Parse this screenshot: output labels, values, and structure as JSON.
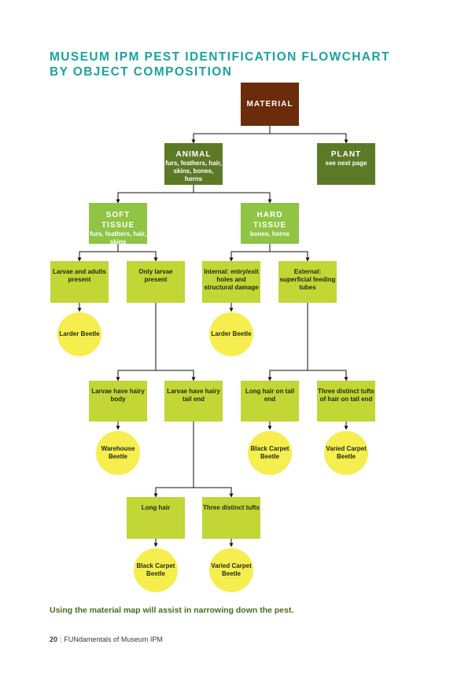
{
  "title": {
    "line1": "MUSEUM IPM PEST IDENTIFICATION FLOWCHART",
    "line2": "BY OBJECT COMPOSITION"
  },
  "colors": {
    "title": "#1aa3a1",
    "material": "#6b2c0c",
    "dark_green": "#5c7a26",
    "mid_green": "#8fc444",
    "light_green": "#c2d635",
    "yellow": "#f6ee4f",
    "note": "#4a6b1f"
  },
  "nodes": {
    "material": {
      "label": "MATERIAL"
    },
    "animal": {
      "label": "ANIMAL",
      "sub": "furs, feathers, hair, skins, bones, horns"
    },
    "plant": {
      "label": "PLANT",
      "sub": "see next page"
    },
    "soft_tissue": {
      "label": "SOFT TISSUE",
      "sub": "furs, feathers, hair, skins"
    },
    "hard_tissue": {
      "label": "HARD TISSUE",
      "sub": "bones, horns"
    },
    "larvae_adults": {
      "label": "Larvae and adults present"
    },
    "only_larvae": {
      "label": "Only larvae present"
    },
    "internal": {
      "label": "Internal: entry/exit holes and structural damage"
    },
    "external": {
      "label": "External: superficial feeding tubes"
    },
    "larvae_hairy_body": {
      "label": "Larvae have hairy body"
    },
    "larvae_hairy_tail": {
      "label": "Larvae have hairy tail end"
    },
    "long_hair_tail": {
      "label": "Long hair on tail end"
    },
    "three_tufts_tail": {
      "label": "Three distinct tufts of hair on tail end"
    },
    "long_hair": {
      "label": "Long hair"
    },
    "three_tufts": {
      "label": "Three distinct tufts"
    }
  },
  "pests": {
    "larder_1": "Larder Beetle",
    "larder_2": "Larder Beetle",
    "warehouse": "Warehouse Beetle",
    "black_carpet_1": "Black Carpet Beetle",
    "varied_carpet_1": "Varied Carpet Beetle",
    "black_carpet_2": "Black Carpet Beetle",
    "varied_carpet_2": "Varied Carpet Beetle"
  },
  "note": "Using the material map will assist in narrowing down the pest.",
  "footer": {
    "page_number": "20",
    "separator": "|",
    "text": "FUNdamentals of  Museum IPM"
  }
}
